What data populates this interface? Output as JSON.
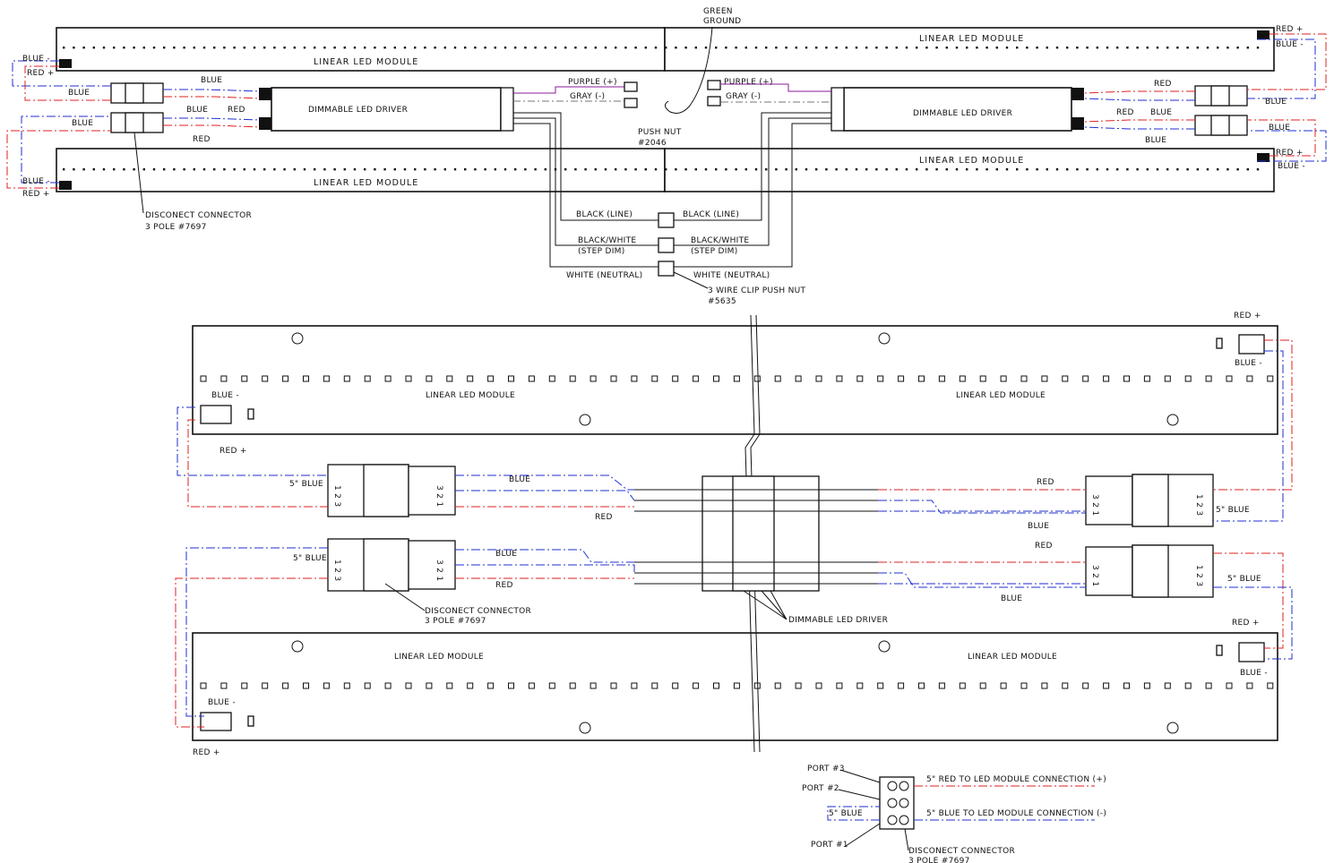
{
  "labels": {
    "green_ground": [
      "GREEN",
      "GROUND"
    ],
    "linear_led_module": "LINEAR LED MODULE",
    "dimmable_led_driver": "DIMMABLE LED DRIVER",
    "dimmable_led_driver_small": "DIMMABLE LED DRIVER",
    "red_plus": "RED +",
    "blue_minus": "BLUE -",
    "blue": "BLUE",
    "red": "RED",
    "purple": "PURPLE (+)",
    "gray": "GRAY (-)",
    "push_nut": [
      "PUSH NUT",
      "#2046"
    ],
    "black_line": "BLACK (LINE)",
    "black_white": "BLACK/WHITE",
    "step_dim": "(STEP DIM)",
    "white_neutral": "WHITE (NEUTRAL)",
    "clip_push_nut": [
      "3 WIRE CLIP PUSH NUT",
      "#5635"
    ],
    "disconnect_connector": [
      "DISCONECT CONNECTOR",
      "3 POLE #7697"
    ],
    "five_blue": "5\" BLUE",
    "port3": "PORT #3",
    "port2": "PORT #2",
    "port1": "PORT #1",
    "red_to_led": "5\" RED TO LED MODULE CONNECTION (+)",
    "blue_to_led": "5\" BLUE TO LED MODULE CONNECTION (-)",
    "pin_123": "1 2 3",
    "pin_321": "3 2 1"
  },
  "colors": {
    "red_wire": "#e02020",
    "blue_wire": "#1f2fd0",
    "purple_wire": "#8a1a9a",
    "gray_wire": "#777777"
  }
}
